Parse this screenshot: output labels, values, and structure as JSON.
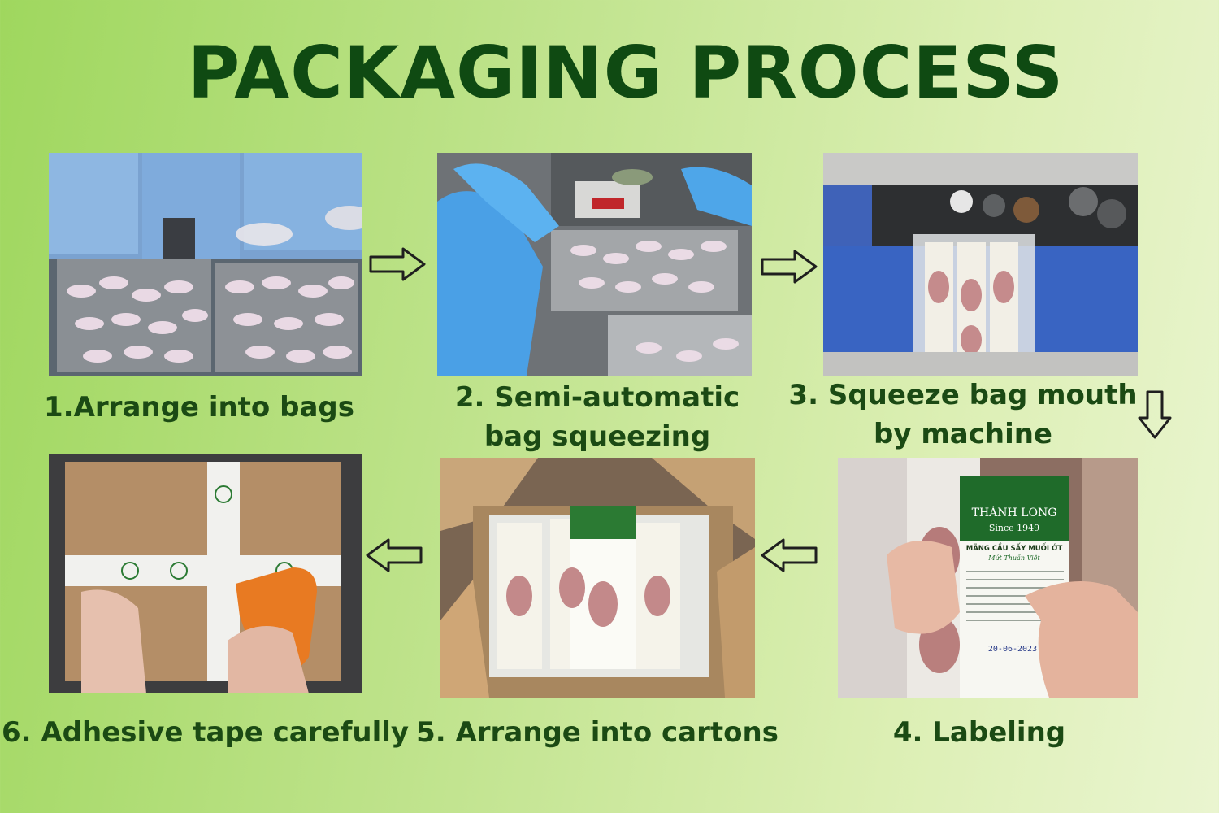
{
  "title": "PACKAGING PROCESS",
  "steps": [
    {
      "caption": "1.Arrange into bags",
      "photo": "workers-arranging-candy-into-bags"
    },
    {
      "caption_line1": "2. Semi-automatic",
      "caption_line2": "bag squeezing",
      "photo": "gloved-hands-filling-bag-at-scale"
    },
    {
      "caption_line1": "3. Squeeze bag mouth",
      "caption_line2": "by machine",
      "photo": "bag-sealing-machine"
    },
    {
      "caption": "4. Labeling",
      "photo": "hand-holding-labeled-bag"
    },
    {
      "caption": "5. Arrange into cartons",
      "photo": "bags-packed-in-carton"
    },
    {
      "caption": "6. Adhesive tape carefully",
      "photo": "taping-carton-with-dispenser"
    }
  ],
  "label": {
    "brand": "THÀNH LONG",
    "since": "Since 1949",
    "product": "MÃNG CẦU SẤY MUỐI ỚT",
    "subtitle": "Mứt Thuần Việt",
    "date": "20-06-2023"
  },
  "icons": [
    "arrow-right-icon",
    "arrow-right-icon",
    "arrow-down-icon",
    "arrow-left-icon",
    "arrow-left-icon"
  ],
  "colors": {
    "title": "#0f4a12",
    "caption": "#1b4a14",
    "label_green": "#1f6b2a"
  }
}
